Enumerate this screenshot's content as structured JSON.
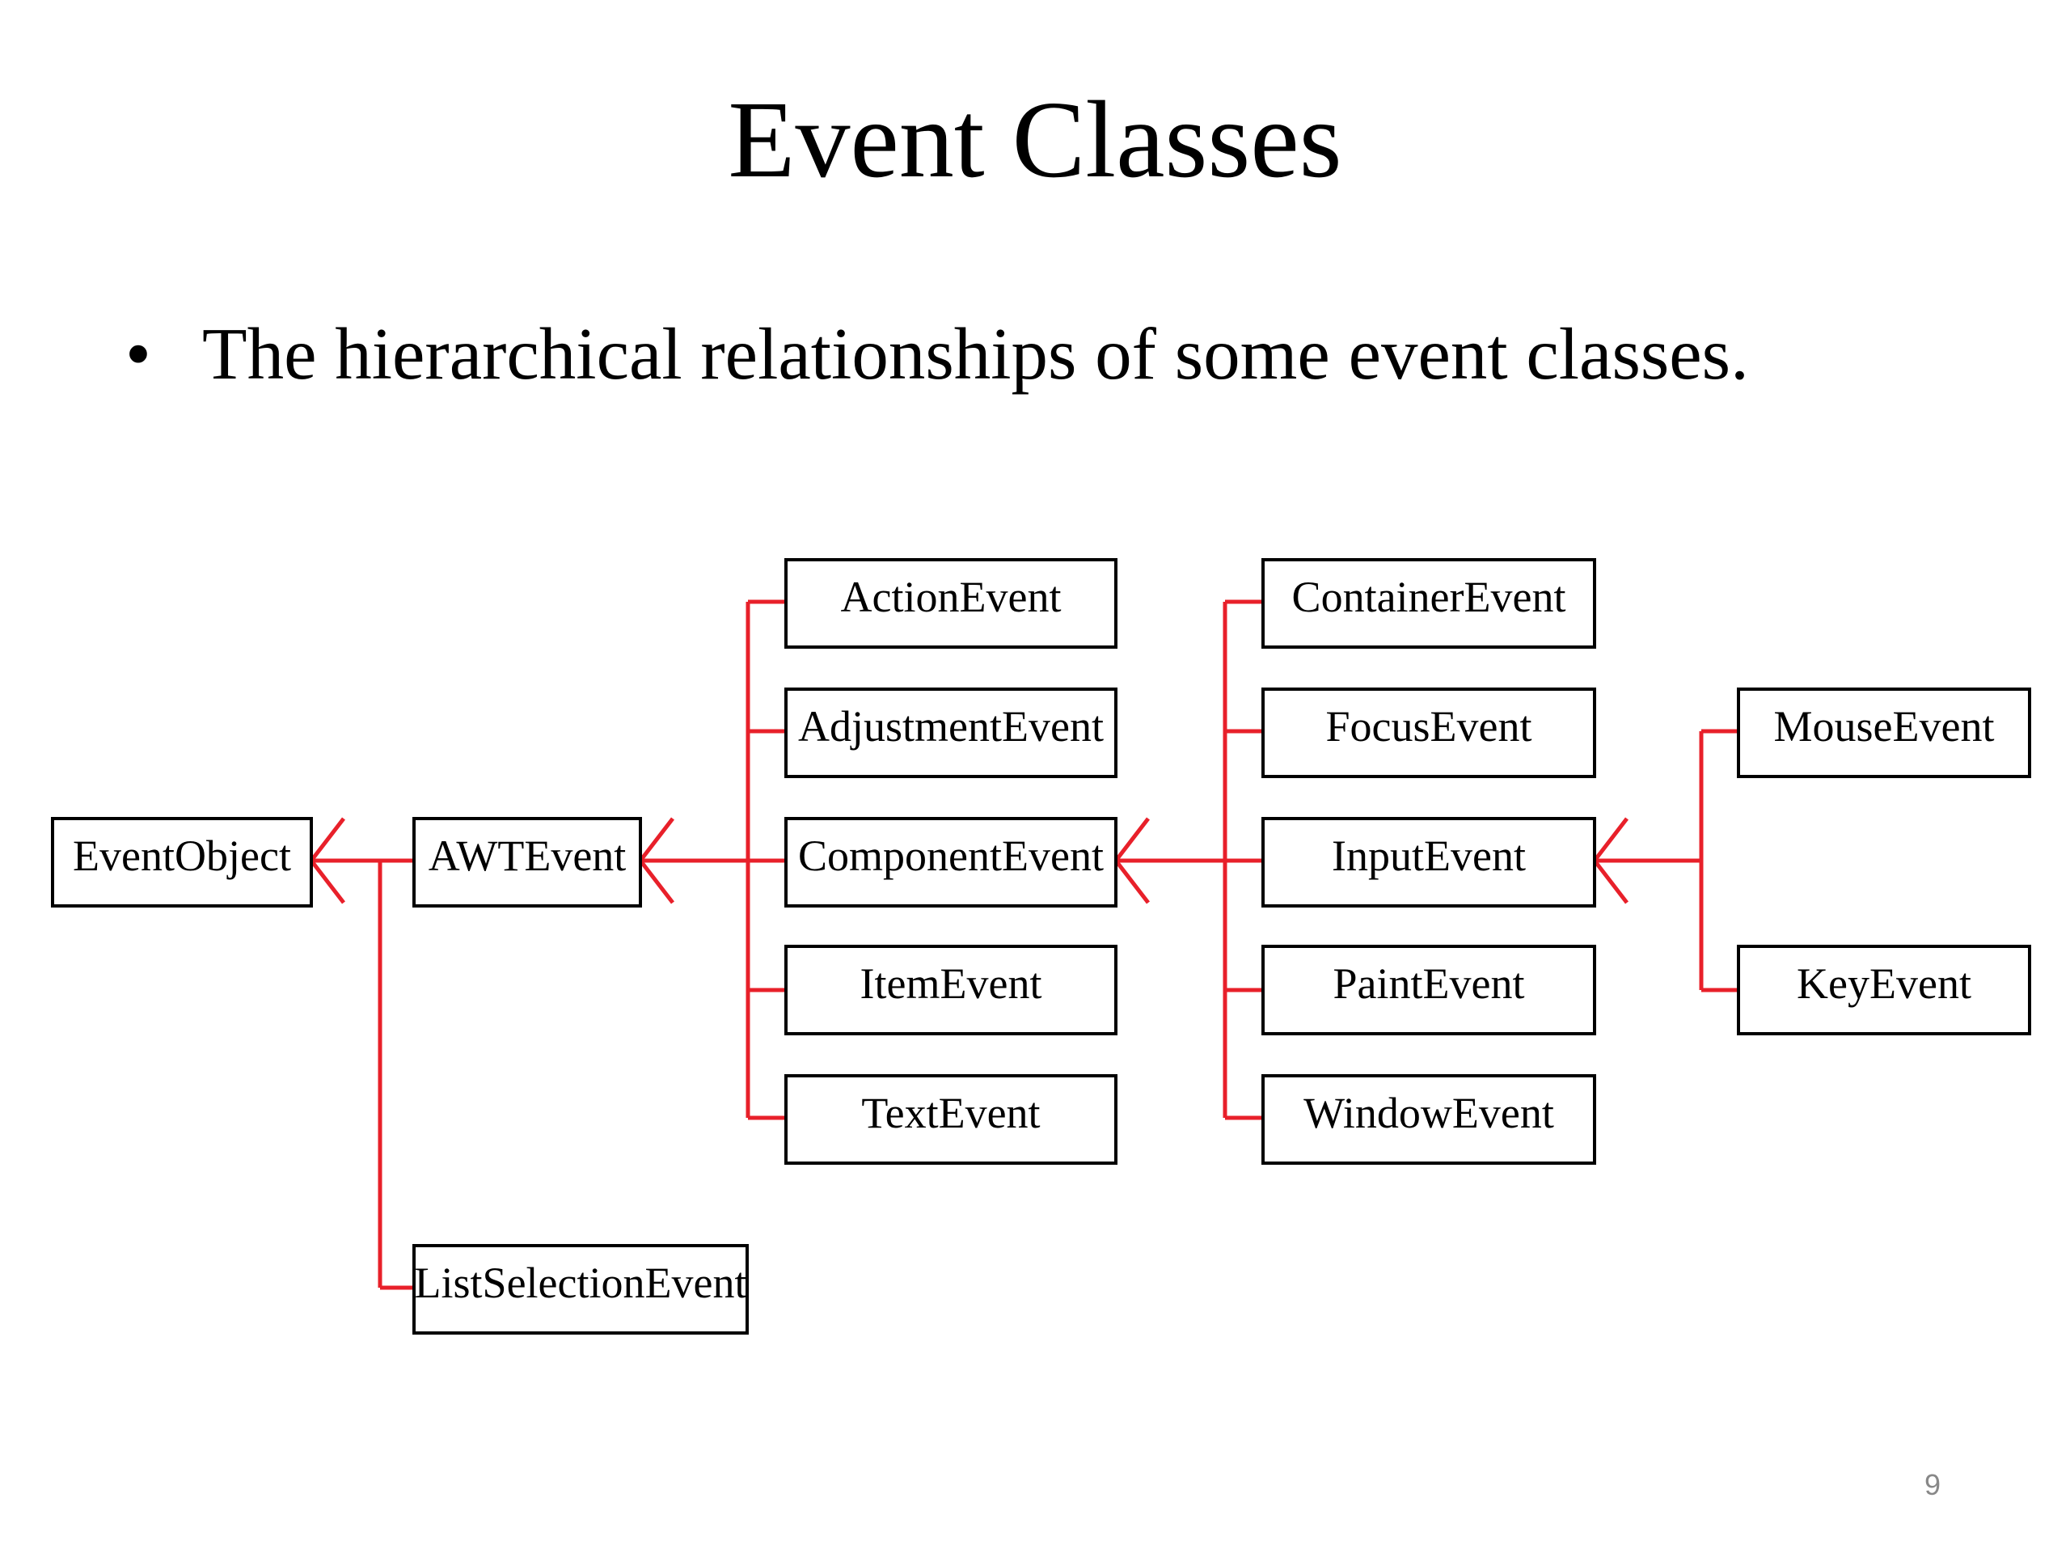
{
  "slide": {
    "title": "Event Classes",
    "bullet_symbol": "•",
    "bullet_text": "The hierarchical relationships of some event classes.",
    "page_number": "9"
  },
  "colors": {
    "connector": "#e8202a",
    "box_border": "#000000",
    "text": "#000000"
  },
  "diagram": {
    "classes": {
      "eventobject": "EventObject",
      "awtevent": "AWTEvent",
      "listselection": "ListSelectionEvent",
      "action": "ActionEvent",
      "adjustment": "AdjustmentEvent",
      "component": "ComponentEvent",
      "item": "ItemEvent",
      "text": "TextEvent",
      "container": "ContainerEvent",
      "focus": "FocusEvent",
      "input": "InputEvent",
      "paint": "PaintEvent",
      "window": "WindowEvent",
      "mouse": "MouseEvent",
      "key": "KeyEvent"
    }
  }
}
